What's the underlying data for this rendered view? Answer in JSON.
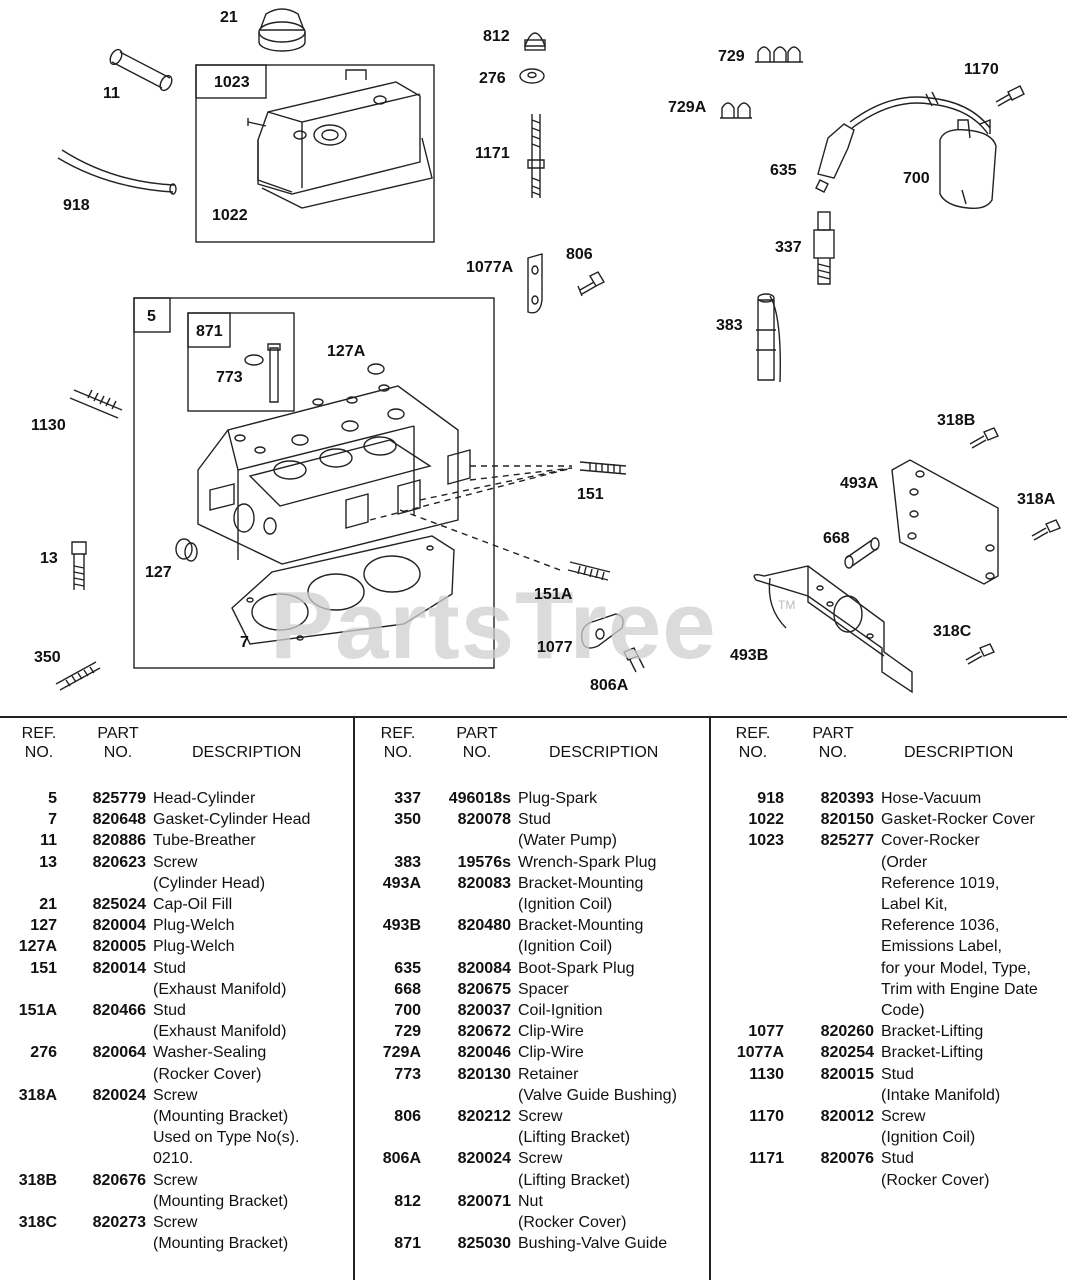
{
  "diagram": {
    "callouts": [
      "21",
      "11",
      "1023",
      "918",
      "1022",
      "812",
      "276",
      "1171",
      "1077A",
      "806",
      "729",
      "729A",
      "1170",
      "635",
      "700",
      "337",
      "383",
      "5",
      "871",
      "773",
      "127A",
      "1130",
      "151",
      "318B",
      "493A",
      "318A",
      "668",
      "13",
      "127",
      "151A",
      "7",
      "350",
      "1077",
      "806A",
      "493B",
      "318C"
    ],
    "watermark": "PartsTree",
    "trademark": "TM"
  },
  "table": {
    "headers": {
      "ref": [
        "REF.",
        "NO."
      ],
      "part": [
        "PART",
        "NO."
      ],
      "description": "DESCRIPTION"
    },
    "columns": [
      [
        {
          "ref": "5",
          "part": "825779",
          "desc": "Head-Cylinder"
        },
        {
          "ref": "7",
          "part": "820648",
          "desc": "Gasket-Cylinder Head"
        },
        {
          "ref": "11",
          "part": "820886",
          "desc": "Tube-Breather"
        },
        {
          "ref": "13",
          "part": "820623",
          "desc": "Screw"
        },
        {
          "ref": "",
          "part": "",
          "desc": "(Cylinder Head)"
        },
        {
          "ref": "21",
          "part": "825024",
          "desc": "Cap-Oil Fill"
        },
        {
          "ref": "127",
          "part": "820004",
          "desc": "Plug-Welch"
        },
        {
          "ref": "127A",
          "part": "820005",
          "desc": "Plug-Welch"
        },
        {
          "ref": "151",
          "part": "820014",
          "desc": "Stud"
        },
        {
          "ref": "",
          "part": "",
          "desc": "(Exhaust Manifold)"
        },
        {
          "ref": "151A",
          "part": "820466",
          "desc": "Stud"
        },
        {
          "ref": "",
          "part": "",
          "desc": "(Exhaust Manifold)"
        },
        {
          "ref": "276",
          "part": "820064",
          "desc": "Washer-Sealing"
        },
        {
          "ref": "",
          "part": "",
          "desc": "(Rocker Cover)"
        },
        {
          "ref": "318A",
          "part": "820024",
          "desc": "Screw"
        },
        {
          "ref": "",
          "part": "",
          "desc": "(Mounting Bracket)"
        },
        {
          "ref": "",
          "part": "",
          "desc": "Used on Type No(s)."
        },
        {
          "ref": "",
          "part": "",
          "desc": "0210."
        },
        {
          "ref": "318B",
          "part": "820676",
          "desc": "Screw"
        },
        {
          "ref": "",
          "part": "",
          "desc": "(Mounting Bracket)"
        },
        {
          "ref": "318C",
          "part": "820273",
          "desc": "Screw"
        },
        {
          "ref": "",
          "part": "",
          "desc": "(Mounting Bracket)"
        }
      ],
      [
        {
          "ref": "337",
          "part": "496018s",
          "desc": "Plug-Spark"
        },
        {
          "ref": "350",
          "part": "820078",
          "desc": "Stud"
        },
        {
          "ref": "",
          "part": "",
          "desc": "(Water Pump)"
        },
        {
          "ref": "383",
          "part": "19576s",
          "desc": "Wrench-Spark Plug"
        },
        {
          "ref": "493A",
          "part": "820083",
          "desc": "Bracket-Mounting"
        },
        {
          "ref": "",
          "part": "",
          "desc": "(Ignition Coil)"
        },
        {
          "ref": "493B",
          "part": "820480",
          "desc": "Bracket-Mounting"
        },
        {
          "ref": "",
          "part": "",
          "desc": "(Ignition Coil)"
        },
        {
          "ref": "635",
          "part": "820084",
          "desc": "Boot-Spark Plug"
        },
        {
          "ref": "668",
          "part": "820675",
          "desc": "Spacer"
        },
        {
          "ref": "700",
          "part": "820037",
          "desc": "Coil-Ignition"
        },
        {
          "ref": "729",
          "part": "820672",
          "desc": "Clip-Wire"
        },
        {
          "ref": "729A",
          "part": "820046",
          "desc": "Clip-Wire"
        },
        {
          "ref": "773",
          "part": "820130",
          "desc": "Retainer"
        },
        {
          "ref": "",
          "part": "",
          "desc": "(Valve Guide Bushing)"
        },
        {
          "ref": "806",
          "part": "820212",
          "desc": "Screw"
        },
        {
          "ref": "",
          "part": "",
          "desc": "(Lifting Bracket)"
        },
        {
          "ref": "806A",
          "part": "820024",
          "desc": "Screw"
        },
        {
          "ref": "",
          "part": "",
          "desc": "(Lifting Bracket)"
        },
        {
          "ref": "812",
          "part": "820071",
          "desc": "Nut"
        },
        {
          "ref": "",
          "part": "",
          "desc": "(Rocker Cover)"
        },
        {
          "ref": "871",
          "part": "825030",
          "desc": "Bushing-Valve Guide"
        }
      ],
      [
        {
          "ref": "918",
          "part": "820393",
          "desc": "Hose-Vacuum"
        },
        {
          "ref": "1022",
          "part": "820150",
          "desc": "Gasket-Rocker Cover"
        },
        {
          "ref": "1023",
          "part": "825277",
          "desc": "Cover-Rocker"
        },
        {
          "ref": "",
          "part": "",
          "desc": "(Order"
        },
        {
          "ref": "",
          "part": "",
          "desc": "Reference 1019,"
        },
        {
          "ref": "",
          "part": "",
          "desc": "Label Kit,"
        },
        {
          "ref": "",
          "part": "",
          "desc": "Reference 1036,"
        },
        {
          "ref": "",
          "part": "",
          "desc": "Emissions Label,"
        },
        {
          "ref": "",
          "part": "",
          "desc": "for your Model, Type,"
        },
        {
          "ref": "",
          "part": "",
          "desc": "Trim with Engine Date"
        },
        {
          "ref": "",
          "part": "",
          "desc": "Code)"
        },
        {
          "ref": "1077",
          "part": "820260",
          "desc": "Bracket-Lifting"
        },
        {
          "ref": "1077A",
          "part": "820254",
          "desc": "Bracket-Lifting"
        },
        {
          "ref": "1130",
          "part": "820015",
          "desc": "Stud"
        },
        {
          "ref": "",
          "part": "",
          "desc": "(Intake Manifold)"
        },
        {
          "ref": "1170",
          "part": "820012",
          "desc": "Screw"
        },
        {
          "ref": "",
          "part": "",
          "desc": "(Ignition Coil)"
        },
        {
          "ref": "1171",
          "part": "820076",
          "desc": "Stud"
        },
        {
          "ref": "",
          "part": "",
          "desc": "(Rocker Cover)"
        }
      ]
    ]
  }
}
